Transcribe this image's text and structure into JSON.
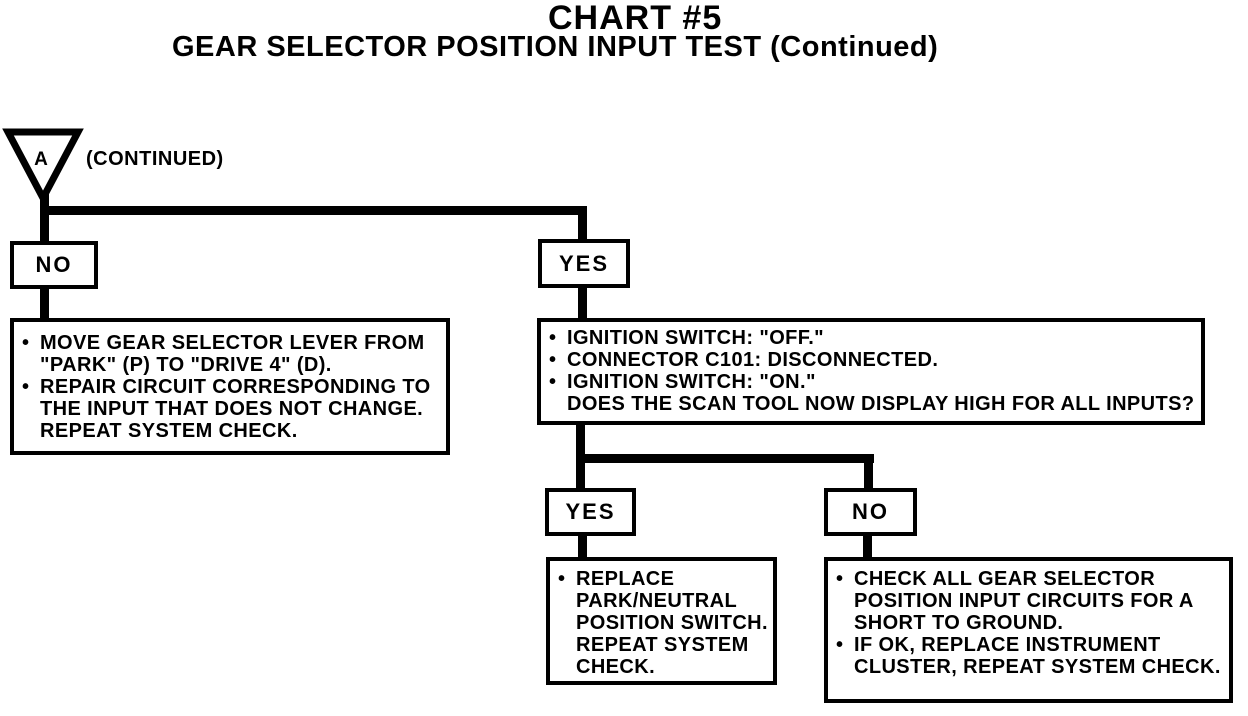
{
  "title": {
    "line1": "CHART #5",
    "line2": "GEAR SELECTOR POSITION INPUT TEST (Continued)"
  },
  "connector": {
    "label": "A",
    "note": "(CONTINUED)"
  },
  "decisions": {
    "no_top": "NO",
    "yes_top": "YES",
    "yes_bottom": "YES",
    "no_bottom": "NO"
  },
  "boxes": {
    "no_action": {
      "lines": [
        {
          "bullet": "•",
          "text": "MOVE GEAR SELECTOR LEVER FROM"
        },
        {
          "bullet": "",
          "text": "\"PARK\" (P) TO \"DRIVE 4\" (D)."
        },
        {
          "bullet": "•",
          "text": "REPAIR CIRCUIT CORRESPONDING TO"
        },
        {
          "bullet": "",
          "text": "THE INPUT THAT DOES NOT CHANGE."
        },
        {
          "bullet": "",
          "text": "REPEAT SYSTEM CHECK."
        }
      ]
    },
    "yes_action": {
      "lines": [
        {
          "bullet": "•",
          "text": "IGNITION SWITCH: \"OFF.\""
        },
        {
          "bullet": "•",
          "text": "CONNECTOR C101: DISCONNECTED."
        },
        {
          "bullet": "•",
          "text": "IGNITION SWITCH: \"ON.\""
        },
        {
          "bullet": "",
          "text": "DOES THE SCAN TOOL NOW DISPLAY HIGH FOR ALL INPUTS?"
        }
      ]
    },
    "yes2_action": {
      "lines": [
        {
          "bullet": "•",
          "text": "REPLACE"
        },
        {
          "bullet": "",
          "text": "PARK/NEUTRAL"
        },
        {
          "bullet": "",
          "text": "POSITION SWITCH."
        },
        {
          "bullet": "",
          "text": "REPEAT SYSTEM"
        },
        {
          "bullet": "",
          "text": "CHECK."
        }
      ]
    },
    "no2_action": {
      "lines": [
        {
          "bullet": "•",
          "text": "CHECK ALL GEAR SELECTOR"
        },
        {
          "bullet": "",
          "text": "POSITION INPUT CIRCUITS FOR A"
        },
        {
          "bullet": "",
          "text": "SHORT TO GROUND."
        },
        {
          "bullet": "•",
          "text": "IF OK, REPLACE INSTRUMENT"
        },
        {
          "bullet": "",
          "text": "CLUSTER, REPEAT SYSTEM CHECK."
        }
      ]
    }
  },
  "colors": {
    "ink": "#000000",
    "paper": "#ffffff"
  }
}
